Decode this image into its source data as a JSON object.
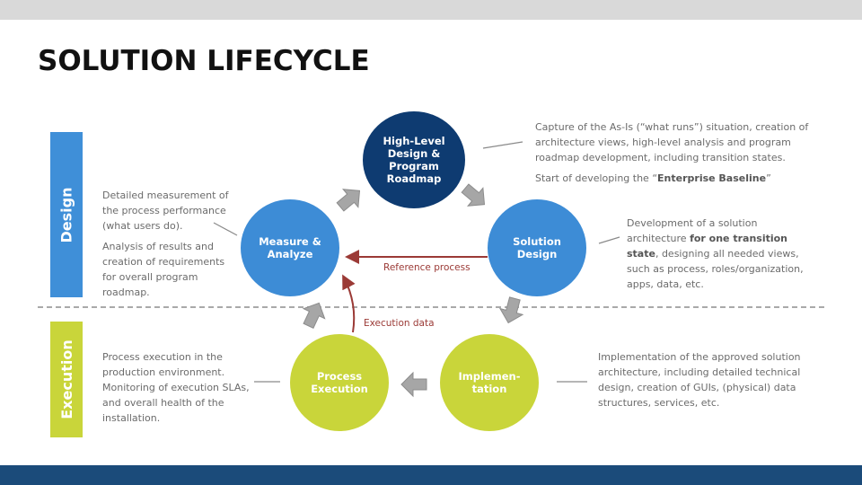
{
  "title": "SOLUTION LIFECYCLE",
  "sidebar": {
    "design_label": "Design",
    "execution_label": "Execution"
  },
  "colors": {
    "dark_blue": "#0e3b71",
    "blue": "#3d8cd6",
    "lime": "#c9d53a",
    "red": "#9b3a36",
    "grey": "#a9a9a9"
  },
  "nodes": {
    "hld": "High-Level\nDesign &\nProgram\nRoadmap",
    "measure": "Measure &\nAnalyze",
    "solution": "Solution\nDesign",
    "process": "Process\nExecution",
    "impl": "Implemen-\ntation"
  },
  "descriptions": {
    "hld": {
      "p1": "Capture of the As-Is (“what runs”) situation, creation of architecture views, high-level analysis and program roadmap development, including transition states.",
      "p2_prefix": "Start of developing the “",
      "p2_bold": "Enterprise Baseline",
      "p2_suffix": "”"
    },
    "measure": {
      "p1": "Detailed measurement of the process performance (what users do).",
      "p2": "Analysis of results and creation of requirements for overall program roadmap."
    },
    "solution": {
      "prefix": "Development of a solution architecture ",
      "bold": "for one transition state",
      "suffix": ", designing all needed views, such as process, roles/organization, apps, data, etc."
    },
    "process": {
      "p1": "Process execution in the production environment. Monitoring of execution SLAs, and overall health of the installation."
    },
    "impl": {
      "p1": "Implementation of the approved solution architecture, including detailed technical design, creation of GUIs, (physical) data structures, services, etc."
    }
  },
  "labels": {
    "reference": "Reference process",
    "execution_data": "Execution data"
  }
}
